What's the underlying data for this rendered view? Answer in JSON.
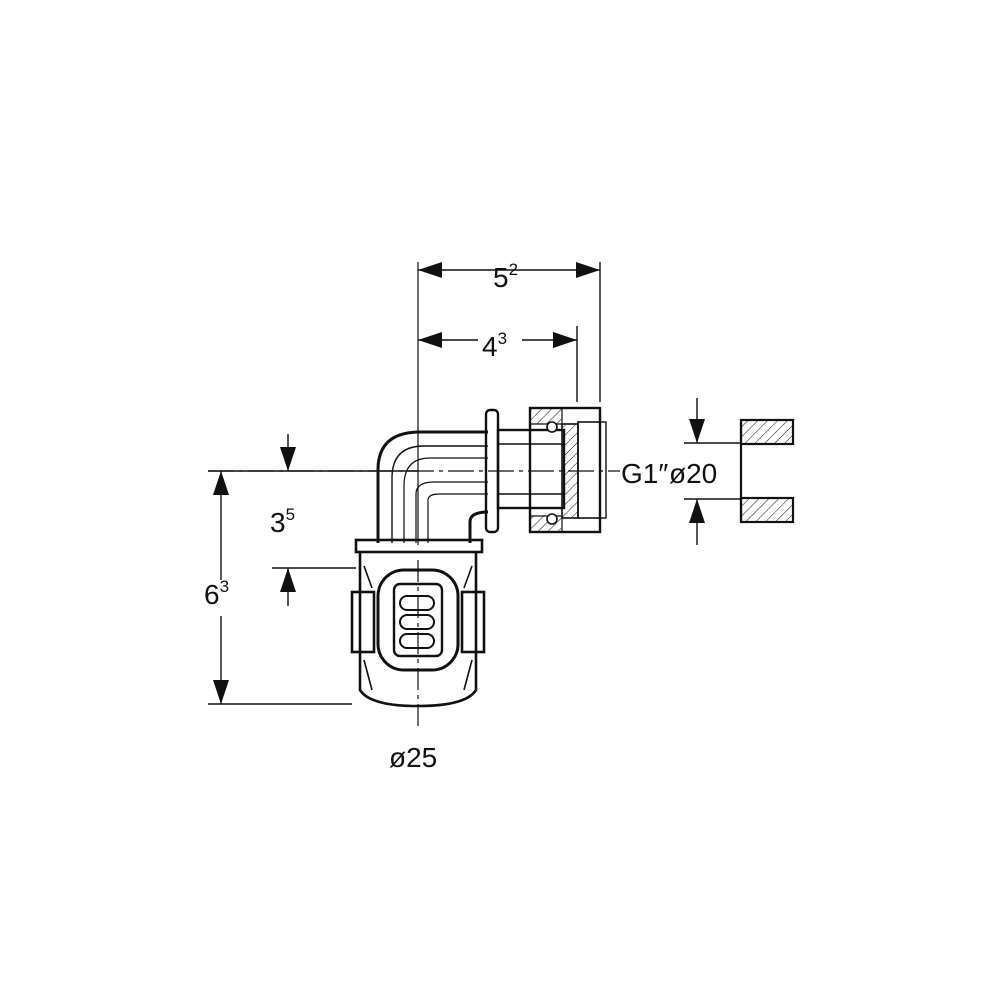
{
  "dimensions": {
    "overall_width": {
      "base": "5",
      "sup": "2"
    },
    "center_to_face": {
      "base": "4",
      "sup": "3"
    },
    "center_height": {
      "base": "3",
      "sup": "5"
    },
    "overall_height": {
      "base": "6",
      "sup": "3"
    },
    "thread_label": "G1″",
    "pipe_diameter_right": "ø20",
    "pipe_diameter_bottom": "ø25"
  },
  "colors": {
    "line": "#111111",
    "background": "#ffffff"
  }
}
